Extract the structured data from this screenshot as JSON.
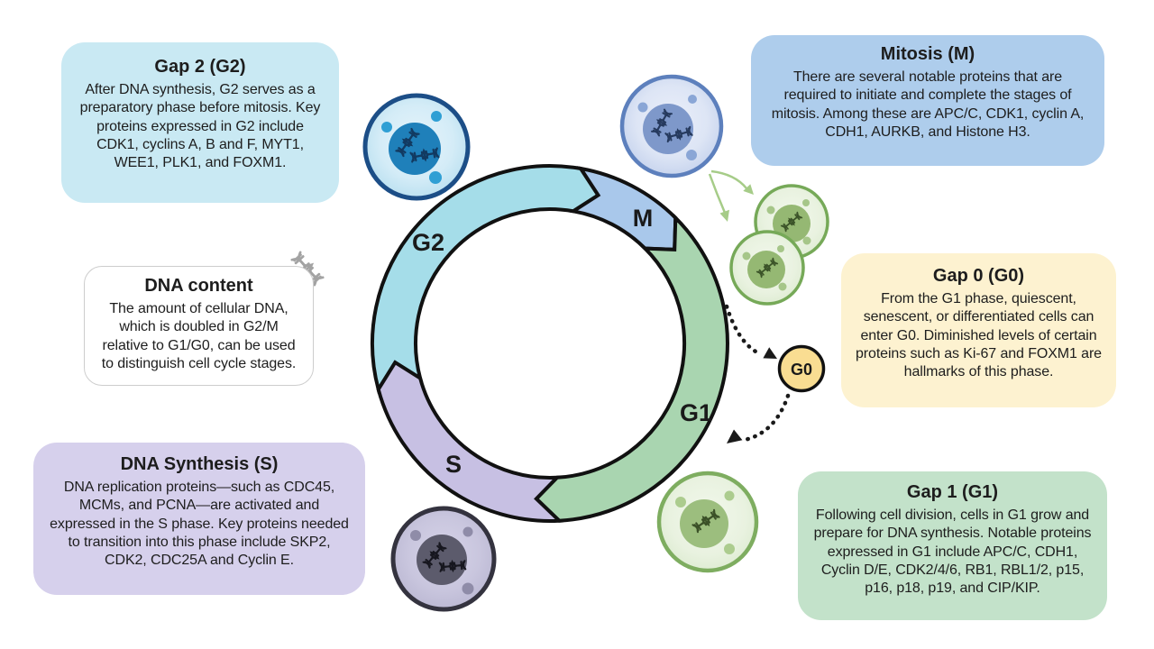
{
  "boxes": {
    "gap2": {
      "title": "Gap 2 (G2)",
      "body": "After DNA synthesis, G2 serves as a preparatory phase before mitosis. Key proteins expressed in G2 include CDK1, cyclins A, B and F, MYT1, WEE1, PLK1, and FOXM1."
    },
    "mitosis": {
      "title": "Mitosis (M)",
      "body": "There are several notable proteins that are required to initiate and complete the stages of mitosis. Among these are APC/C, CDK1, cyclin A, CDH1, AURKB, and Histone H3."
    },
    "dna_content": {
      "title": "DNA content",
      "body": "The amount of cellular DNA, which is doubled in G2/M relative to G1/G0, can be used to distinguish cell cycle stages."
    },
    "gap0": {
      "title": "Gap 0 (G0)",
      "body": "From the G1 phase, quiescent, senescent, or differentiated cells can enter G0. Diminished levels of certain proteins such as Ki-67 and FOXM1 are hallmarks of this phase."
    },
    "synthesis": {
      "title": "DNA Synthesis (S)",
      "body": "DNA replication proteins—such as CDC45, MCMs, and PCNA—are activated and expressed in the S phase. Key proteins needed to transition into this phase include SKP2, CDK2, CDC25A and Cyclin E."
    },
    "gap1": {
      "title": "Gap 1 (G1)",
      "body": "Following cell division, cells in G1 grow and prepare for DNA synthesis. Notable proteins expressed in G1 include APC/C, CDH1, Cyclin D/E, CDK2/4/6, RB1, RBL1/2, p15, p16, p18, p19, and CIP/KIP."
    }
  },
  "cycle": {
    "phases": [
      {
        "id": "G2",
        "label": "G2",
        "color": "#a5dde9"
      },
      {
        "id": "M",
        "label": "M",
        "color": "#a9c8eb"
      },
      {
        "id": "G1",
        "label": "G1",
        "color": "#a9d5b0"
      },
      {
        "id": "S",
        "label": "S",
        "color": "#c7c0e3"
      }
    ],
    "g0_label": "G0"
  },
  "colors": {
    "box_gap2_bg": "#c9e9f3",
    "box_mitosis_bg": "#aecdec",
    "box_gap0_bg": "#fdf2d0",
    "box_synthesis_bg": "#d6d0ec",
    "box_gap1_bg": "#c3e2ca",
    "g0_circle_fill": "#f9dd92",
    "ring_outline": "#111111"
  }
}
